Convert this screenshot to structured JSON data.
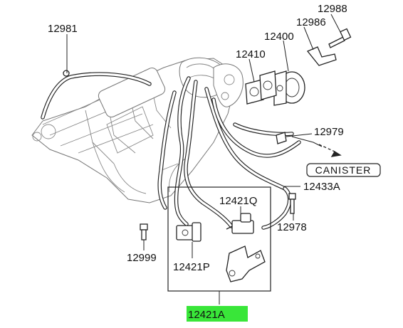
{
  "callouts": {
    "p12981": "12981",
    "p12988": "12988",
    "p12986": "12986",
    "p12400": "12400",
    "p12410": "12410",
    "p12979": "12979",
    "canister": "CANISTER",
    "p12433A": "12433A",
    "p12421Q": "12421Q",
    "p12978": "12978",
    "p12999": "12999",
    "p12421P": "12421P",
    "p12421A": "12421A"
  },
  "colors": {
    "highlight": "#39e639",
    "line": "#222222",
    "engine_outline": "#777777"
  }
}
